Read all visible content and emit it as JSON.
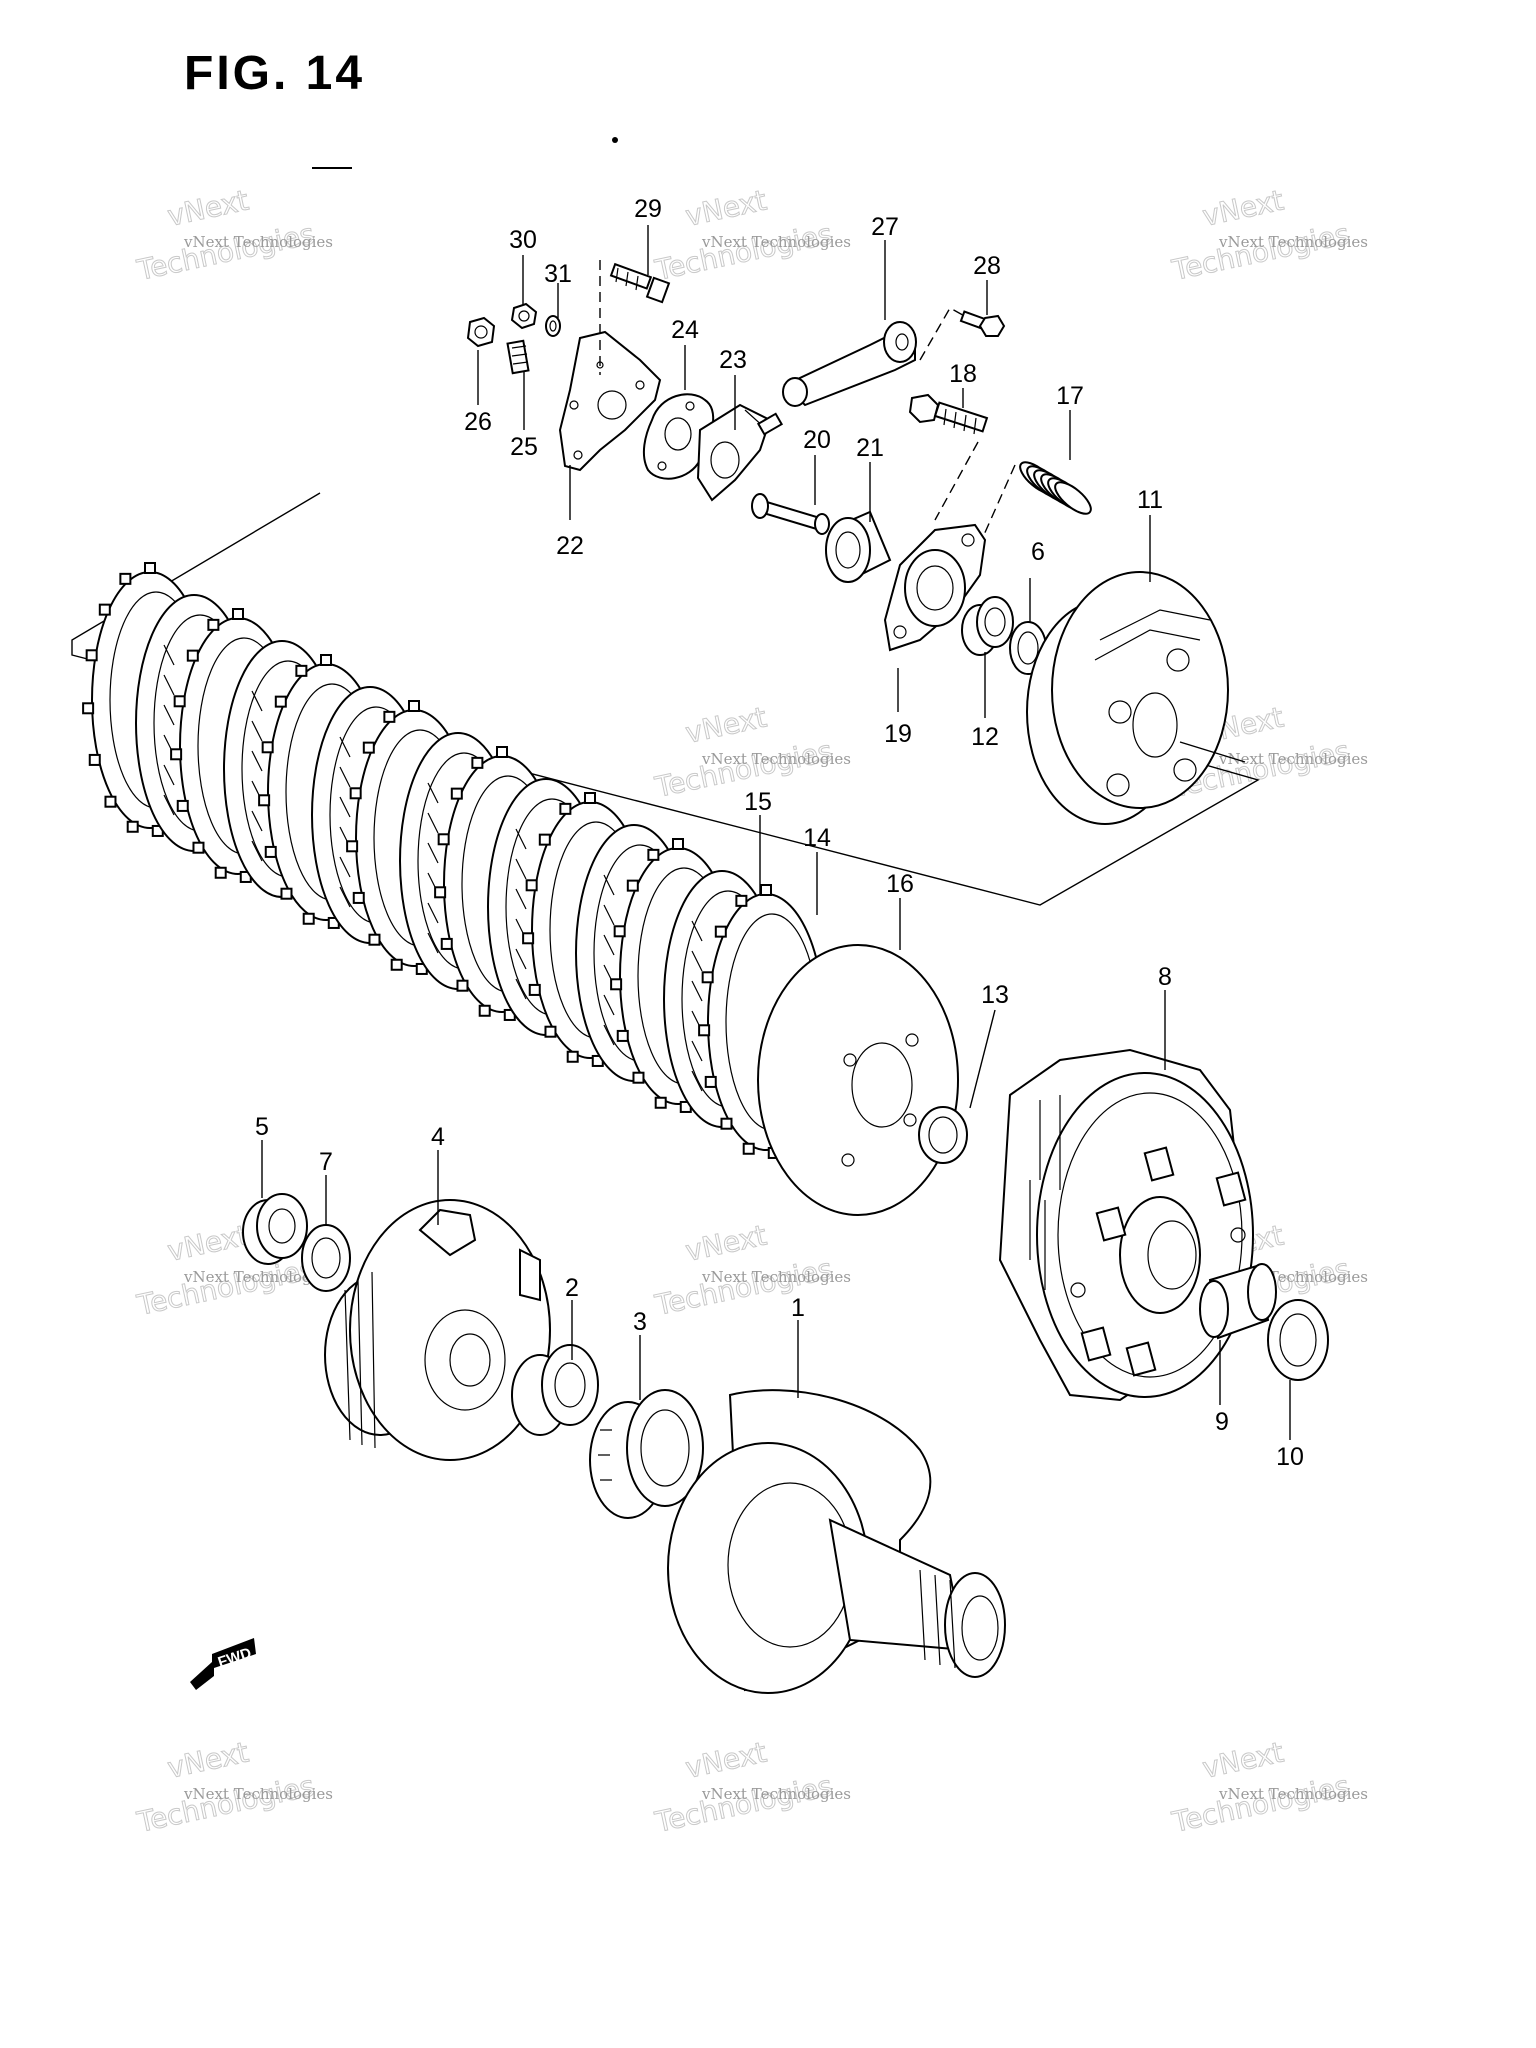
{
  "figure": {
    "title": "FIG. 14",
    "fwd_label": "FWD"
  },
  "watermark": {
    "company_line": "vNext Technologies",
    "brand_word": "vNext",
    "sub_word": "Technologies"
  },
  "callouts": [
    "1",
    "2",
    "3",
    "4",
    "5",
    "6",
    "7",
    "8",
    "9",
    "10",
    "11",
    "12",
    "13",
    "14",
    "15",
    "16",
    "17",
    "18",
    "19",
    "20",
    "21",
    "22",
    "23",
    "24",
    "25",
    "26",
    "27",
    "28",
    "29",
    "30",
    "31"
  ]
}
